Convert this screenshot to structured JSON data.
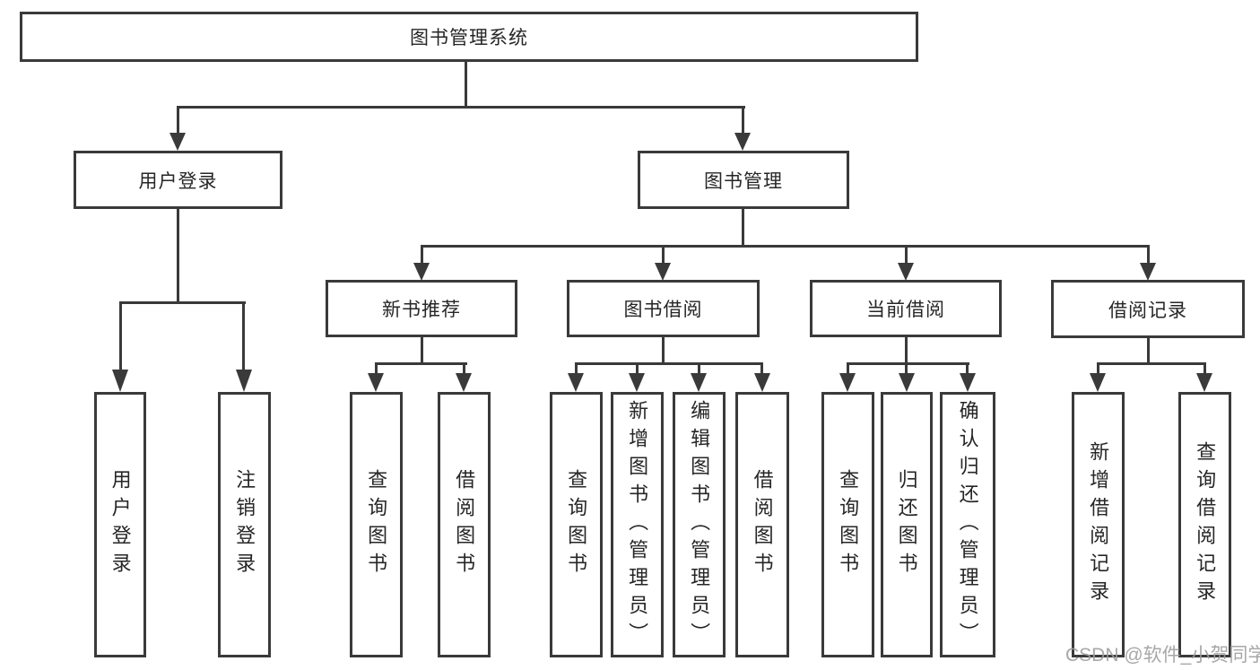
{
  "tree": {
    "root": {
      "label": "图书管理系统"
    },
    "level2": [
      {
        "label": "用户登录",
        "leaves": [
          {
            "label": "用户登录"
          },
          {
            "label": "注销登录"
          }
        ]
      },
      {
        "label": "图书管理",
        "groups": [
          {
            "label": "新书推荐",
            "leaves": [
              {
                "label": "查询图书"
              },
              {
                "label": "借阅图书"
              }
            ]
          },
          {
            "label": "图书借阅",
            "leaves": [
              {
                "label": "查询图书"
              },
              {
                "label": "新增图书（管理员）"
              },
              {
                "label": "编辑图书（管理员）"
              },
              {
                "label": "借阅图书"
              }
            ]
          },
          {
            "label": "当前借阅",
            "leaves": [
              {
                "label": "查询图书"
              },
              {
                "label": "归还图书"
              },
              {
                "label": "确认归还（管理员）"
              }
            ]
          },
          {
            "label": "借阅记录",
            "leaves": [
              {
                "label": "新增借阅记录"
              },
              {
                "label": "查询借阅记录"
              }
            ]
          }
        ]
      }
    ]
  },
  "watermark": {
    "text": "CSDN @软件_小贺同学"
  },
  "colors": {
    "line": "#3a3a3a",
    "text": "#262626",
    "watermark": "#9e9e9e",
    "background": "#ffffff"
  }
}
